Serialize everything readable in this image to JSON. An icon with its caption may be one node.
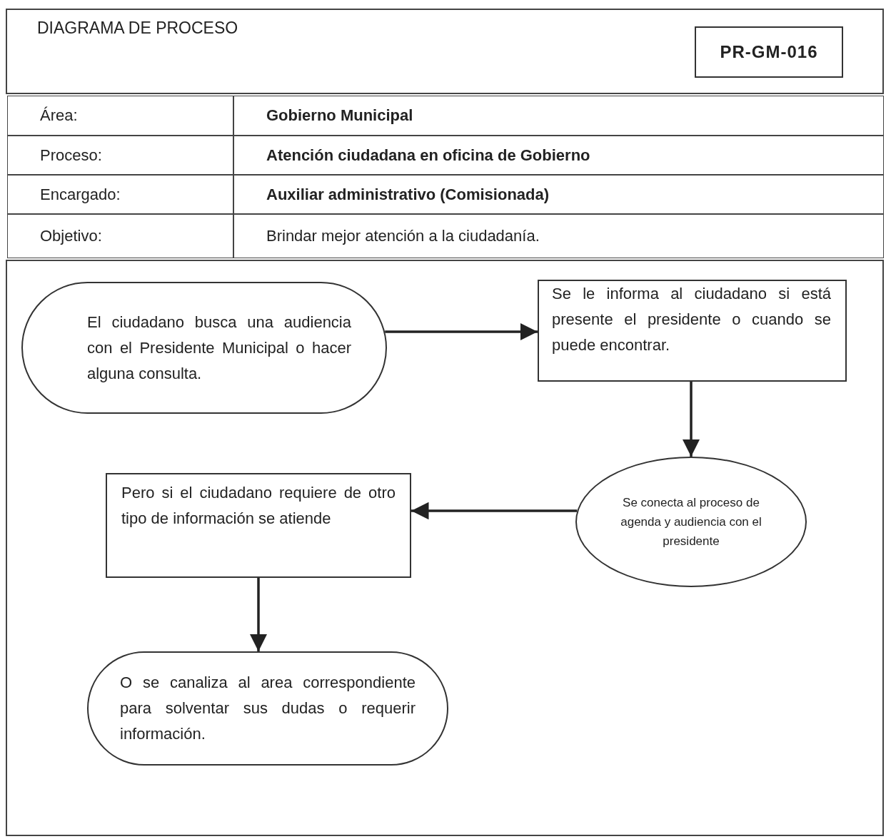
{
  "diagram": {
    "title": "DIAGRAMA DE PROCESO",
    "nodes": [
      {
        "text": [
          "El ciudadano busca una audiencia con el Presidente Municipal o hacer alguna consulta."
        ]
      },
      {
        "text": [
          "Se le informa al ciudadano si está presente el presidente o cuando se puede encontrar."
        ]
      },
      {
        "text": [
          "Se conecta al proceso de agenda y audiencia con el presidente"
        ]
      },
      {
        "text": [
          "Pero si el ciudadano requiere de otro tipo de información se atiende"
        ]
      },
      {
        "text": [
          "O se canaliza al area correspondiente para solventar sus dudas o requerir información."
        ]
      }
    ],
    "edges": [
      {
        "from": 0,
        "to": 1,
        "arrow": "to"
      },
      {
        "from": 1,
        "to": 2,
        "arrow": "to"
      },
      {
        "from": 2,
        "to": 3,
        "arrow": "to"
      },
      {
        "from": 3,
        "to": 4,
        "arrow": "to"
      }
    ],
    "labels": [
      "PR-GM-016",
      "Área:",
      "Gobierno Municipal",
      "Proceso:",
      "Atención ciudadana en oficina de Gobierno",
      "Encargado:",
      "Auxiliar administrativo (Comisionada)",
      "Objetivo:",
      "Brindar mejor atención a la ciudadanía."
    ]
  }
}
